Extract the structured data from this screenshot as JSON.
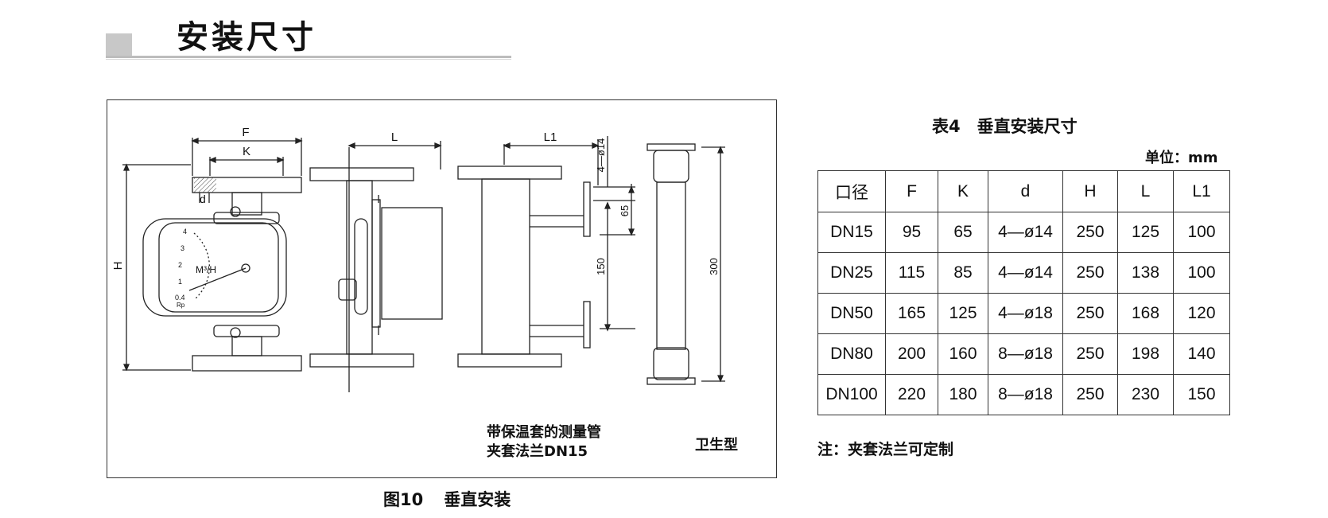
{
  "header": {
    "title": "安装尺寸"
  },
  "figure": {
    "caption_label": "图10",
    "caption_text": "垂直安装",
    "dims": {
      "F": "F",
      "K": "K",
      "d": "d",
      "H": "H",
      "L": "L",
      "L1": "L1",
      "bolt": "4—ø14",
      "d65": "65",
      "d150": "150",
      "d300": "300"
    },
    "gauge": {
      "unit": "M³/H",
      "ticks": [
        "4",
        "3",
        "2",
        "1",
        "0.4"
      ],
      "sub": "Rp"
    },
    "notes": {
      "jacket_line1": "带保温套的测量管",
      "jacket_line2": "夹套法兰DN15",
      "sanitary": "卫生型"
    }
  },
  "table": {
    "title": "表4　垂直安装尺寸",
    "unit": "单位：mm",
    "headers": [
      "口径",
      "F",
      "K",
      "d",
      "H",
      "L",
      "L1"
    ],
    "rows": [
      [
        "DN15",
        "95",
        "65",
        "4—ø14",
        "250",
        "125",
        "100"
      ],
      [
        "DN25",
        "115",
        "85",
        "4—ø14",
        "250",
        "138",
        "100"
      ],
      [
        "DN50",
        "165",
        "125",
        "4—ø18",
        "250",
        "168",
        "120"
      ],
      [
        "DN80",
        "200",
        "160",
        "8—ø18",
        "250",
        "198",
        "140"
      ],
      [
        "DN100",
        "220",
        "180",
        "8—ø18",
        "250",
        "230",
        "150"
      ]
    ],
    "note": "注：夹套法兰可定制"
  }
}
